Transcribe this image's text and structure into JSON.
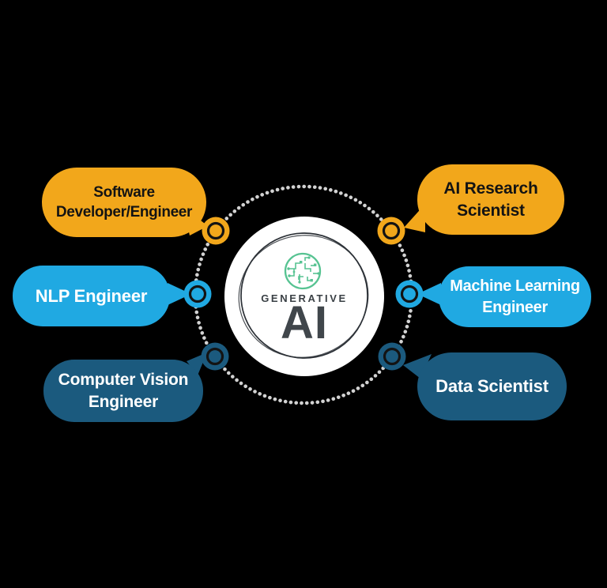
{
  "title": "Generative AI career roles diagram",
  "center": {
    "eyebrow": "GENERATIVE",
    "label": "AI",
    "icon": "circuit-brain-icon"
  },
  "roles": [
    {
      "label": "Software Developer/Engineer",
      "color": "yellow",
      "position": "top-left"
    },
    {
      "label": "AI Research Scientist",
      "color": "yellow",
      "position": "top-right"
    },
    {
      "label": "NLP Engineer",
      "color": "cyan",
      "position": "middle-left"
    },
    {
      "label": "Machine Learning Engineer",
      "color": "cyan",
      "position": "middle-right"
    },
    {
      "label": "Computer Vision Engineer",
      "color": "navy",
      "position": "bottom-left"
    },
    {
      "label": "Data Scientist",
      "color": "navy",
      "position": "bottom-right"
    }
  ],
  "colors": {
    "yellow": "#F2A71B",
    "cyan": "#20A9E2",
    "navy": "#1B5A7E",
    "dot_gray": "#D2D2D2",
    "node_ring": "#131313",
    "dark_text": "#131313",
    "light_text": "#FFFFFF",
    "center_text": "#40464B",
    "icon_green": "#57C392",
    "background": "#000000",
    "center_disc": "#FFFFFF",
    "sketch_ring": "#2B3036"
  }
}
